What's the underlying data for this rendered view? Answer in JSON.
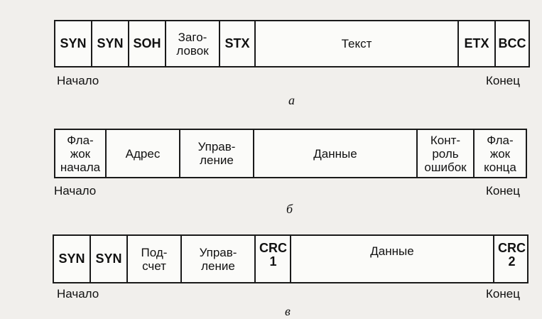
{
  "diagram_a": {
    "fields": [
      "SYN",
      "SYN",
      "SOH",
      "Заго-\nловок",
      "STX",
      "Текст",
      "ETX",
      "BCC"
    ],
    "start_label": "Начало",
    "end_label": "Конец",
    "caption": "а"
  },
  "diagram_b": {
    "fields": [
      "Фла-\nжок\nначала",
      "Адрес",
      "Управ-\nление",
      "Данные",
      "Конт-\nроль\nошибок",
      "Фла-\nжок\nконца"
    ],
    "start_label": "Начало",
    "end_label": "Конец",
    "caption": "б"
  },
  "diagram_c": {
    "fields": [
      "SYN",
      "SYN",
      "Под-\nсчет",
      "Управ-\nление",
      "CRC\n1",
      "Данные",
      "CRC\n2"
    ],
    "start_label": "Начало",
    "end_label": "Конец",
    "caption": "в"
  }
}
